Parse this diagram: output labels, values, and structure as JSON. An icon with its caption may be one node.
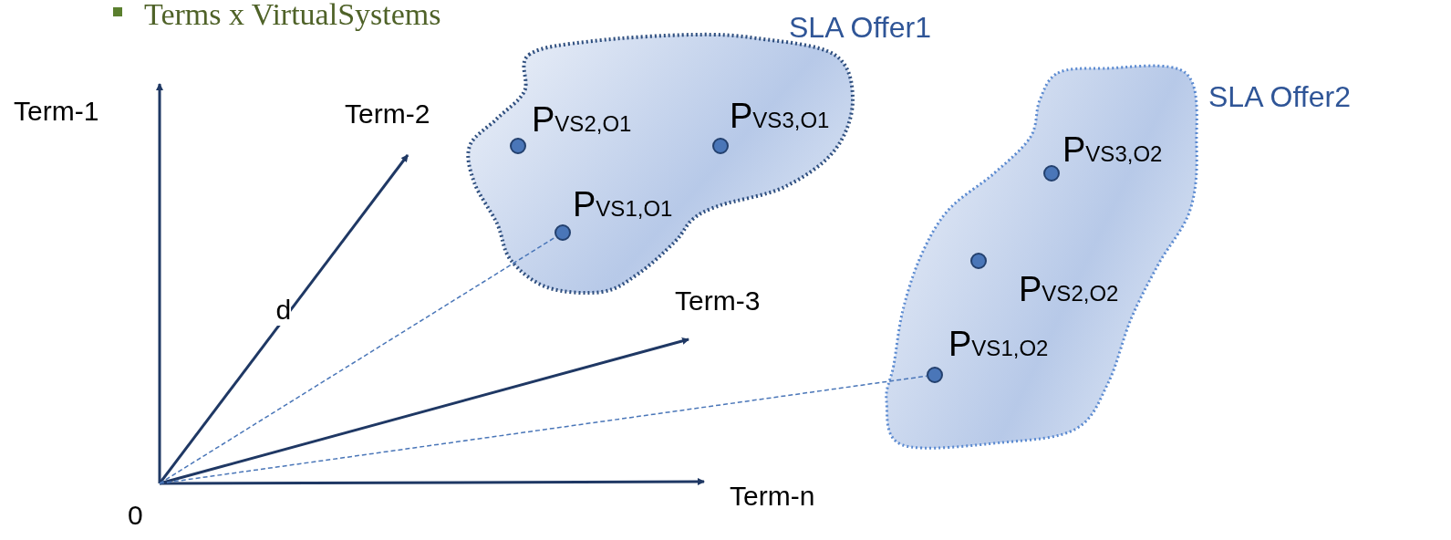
{
  "diagram": {
    "title": "Terms x VirtualSystems",
    "nodes": [
      {
        "text": [
          "SLA Offer1"
        ]
      },
      {
        "text": [
          "P$_{VS2,O1}$"
        ],
        "in": 0
      },
      {
        "text": [
          "P$_{VS3,O1}$"
        ],
        "in": 0
      },
      {
        "text": [
          "P$_{VS1,O1}$"
        ],
        "in": 0
      },
      {
        "text": [
          "SLA Offer2"
        ]
      },
      {
        "text": [
          "P$_{VS3,O2}$"
        ],
        "in": 4
      },
      {
        "text": [
          "P$_{VS2,O2}$"
        ],
        "in": 4
      },
      {
        "text": [
          "P$_{VS1,O2}$"
        ],
        "in": 4
      }
    ],
    "edges": [
      {
        "from": null,
        "to": 3,
        "arrow": "none",
        "style": "dashed",
        "label": "d"
      },
      {
        "from": null,
        "to": 7,
        "arrow": "none",
        "style": "dashed"
      }
    ],
    "labels": [
      "Term-1",
      "Term-2",
      "Term-3",
      "Term-n",
      "0"
    ]
  }
}
